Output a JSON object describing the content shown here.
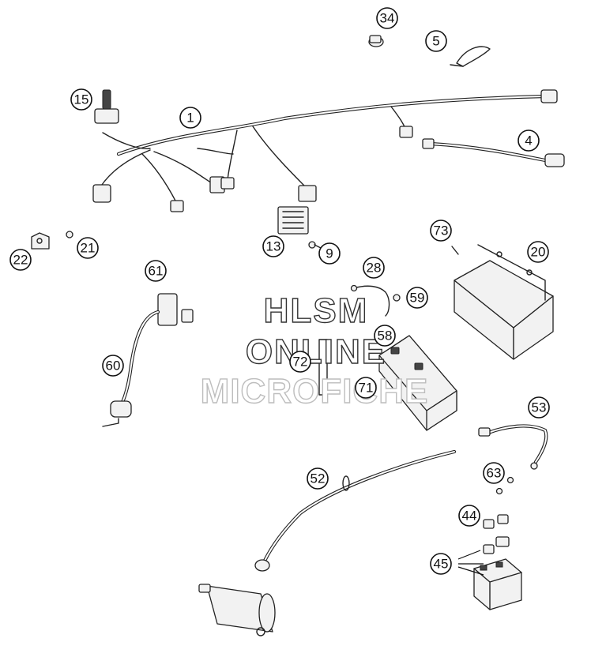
{
  "watermark": {
    "line1": "HLSM",
    "line2": "ONLINE",
    "line3": "MICROFICHE"
  },
  "callouts": [
    "1",
    "4",
    "5",
    "9",
    "13",
    "15",
    "20",
    "21",
    "22",
    "28",
    "34",
    "44",
    "45",
    "52",
    "53",
    "58",
    "59",
    "60",
    "61",
    "63",
    "71",
    "72",
    "73"
  ]
}
